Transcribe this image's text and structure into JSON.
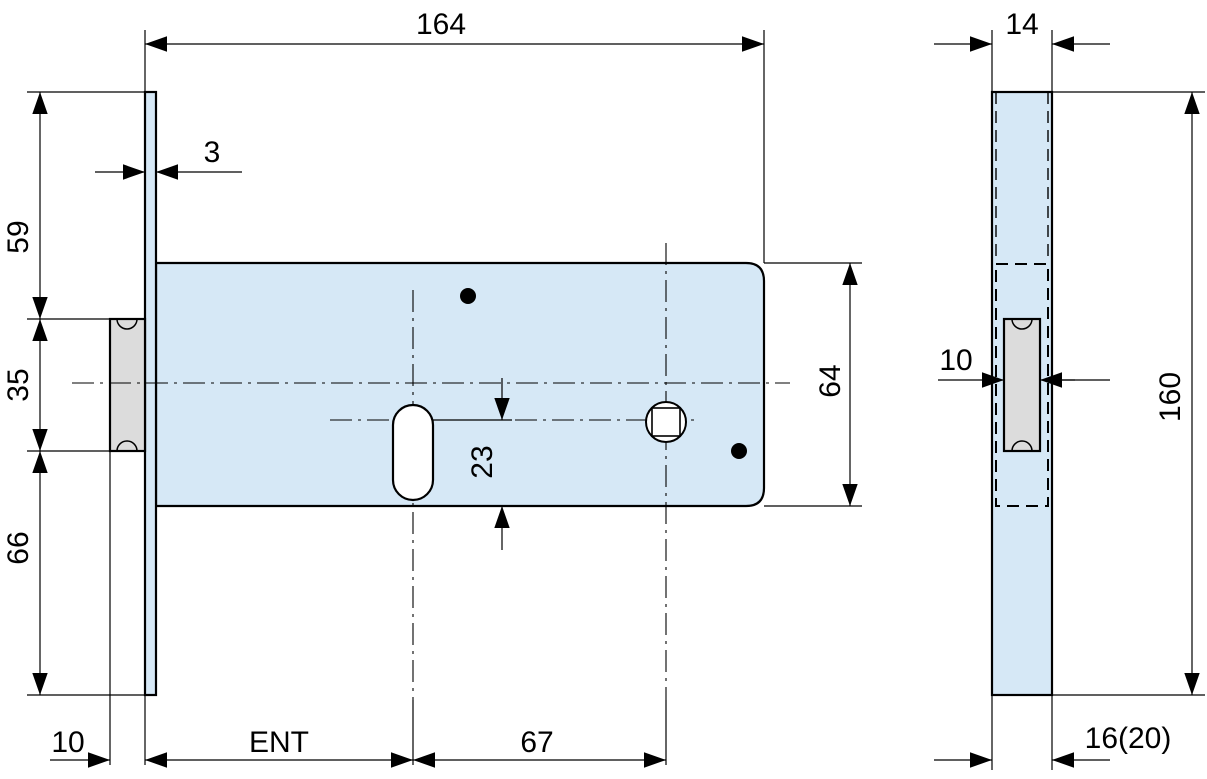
{
  "drawing": {
    "colors": {
      "body": "#d6e8f6",
      "bolt": "#dcdcdc",
      "line": "#000000"
    },
    "dimensions": {
      "overall_length": "164",
      "faceplate_thickness": "3",
      "top_offset": "59",
      "bolt_height": "35",
      "bottom_offset": "66",
      "case_height": "64",
      "spindle_offset": "23",
      "bolt_projection": "10",
      "backset": "ENT",
      "center_distance": "67",
      "case_width": "14",
      "bolt_width": "10",
      "faceplate_length": "160",
      "faceplate_width": "16(20)"
    }
  }
}
